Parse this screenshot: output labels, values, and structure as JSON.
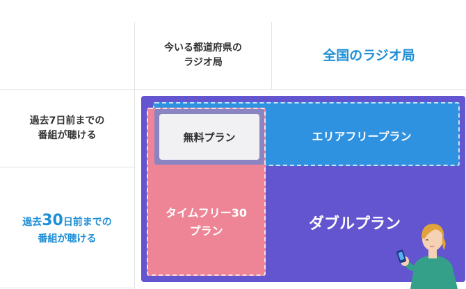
{
  "header": {
    "col1_line1": "今いる都道府県の",
    "col1_line2": "ラジオ局",
    "col2": "全国のラジオ局"
  },
  "rows": {
    "row1_line1": "過去7日前までの",
    "row1_line2": "番組が聴ける",
    "row2_prefix": "過去",
    "row2_number": "30",
    "row2_suffix": "日前までの",
    "row2_line2": "番組が聴ける"
  },
  "plans": {
    "free": "無料プラン",
    "area_free": "エリアフリープラン",
    "timefree_line1": "タイムフリー30",
    "timefree_line2": "プラン",
    "double": "ダブルプラン"
  },
  "colors": {
    "accent_blue": "#1f8fd6",
    "double_plan": "#6355cf",
    "area_free_plan": "#2f92e0",
    "timefree_plan": "#ed8596",
    "free_plan": "#f1f1f3"
  },
  "illustration": "person-with-smartphone"
}
